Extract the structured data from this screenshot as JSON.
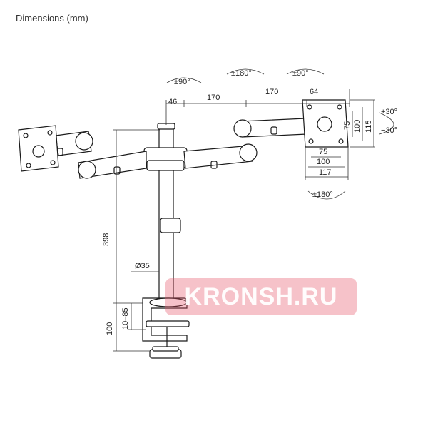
{
  "header": {
    "title": "Dimensions (mm)"
  },
  "dimensions": {
    "pole_offset": "46",
    "arm1_length": "170",
    "arm2_length": "170",
    "plate_edge": "64",
    "pole_height": "398",
    "pole_diameter": "Ø35",
    "clamp_range": "10–85",
    "clamp_height": "100",
    "vesa_h_75": "75",
    "vesa_h_100": "100",
    "plate_width": "117",
    "vesa_v_75": "75",
    "vesa_v_100": "100",
    "plate_height": "115"
  },
  "rotations": {
    "left_swivel": "±90°",
    "center_rotation": "±180°",
    "right_swivel": "±90°",
    "plate_rotation": "±180°",
    "tilt_up": "+30°",
    "tilt_down": "−30°"
  },
  "watermark": {
    "text": "KRONSH.RU",
    "color": "#e65064"
  },
  "colors": {
    "line": "#1a1a1a",
    "dimension": "#333333"
  }
}
